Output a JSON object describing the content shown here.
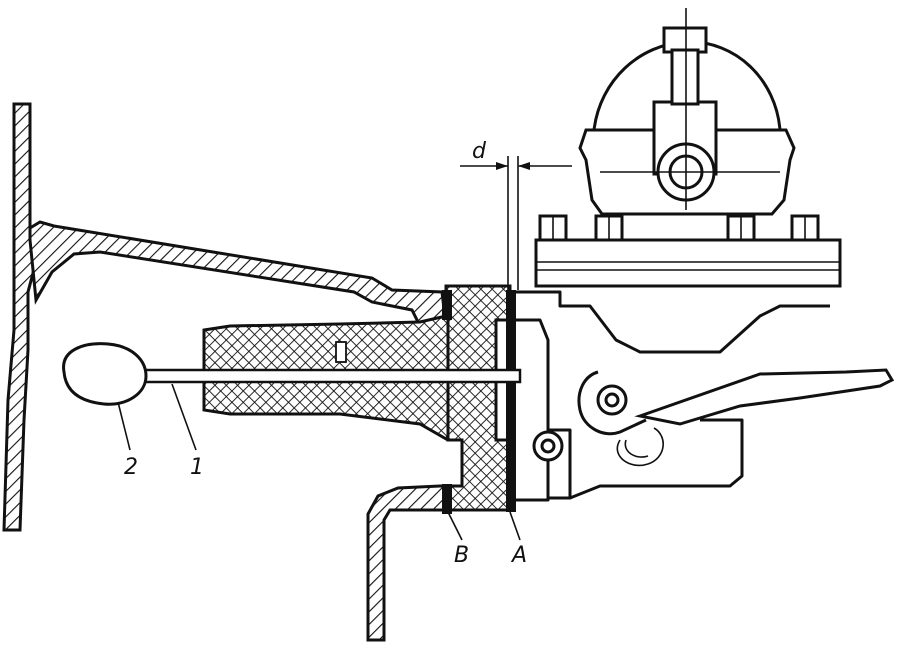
{
  "labels": {
    "d": "d",
    "one": "1",
    "two": "2",
    "A": "A",
    "B": "B"
  }
}
